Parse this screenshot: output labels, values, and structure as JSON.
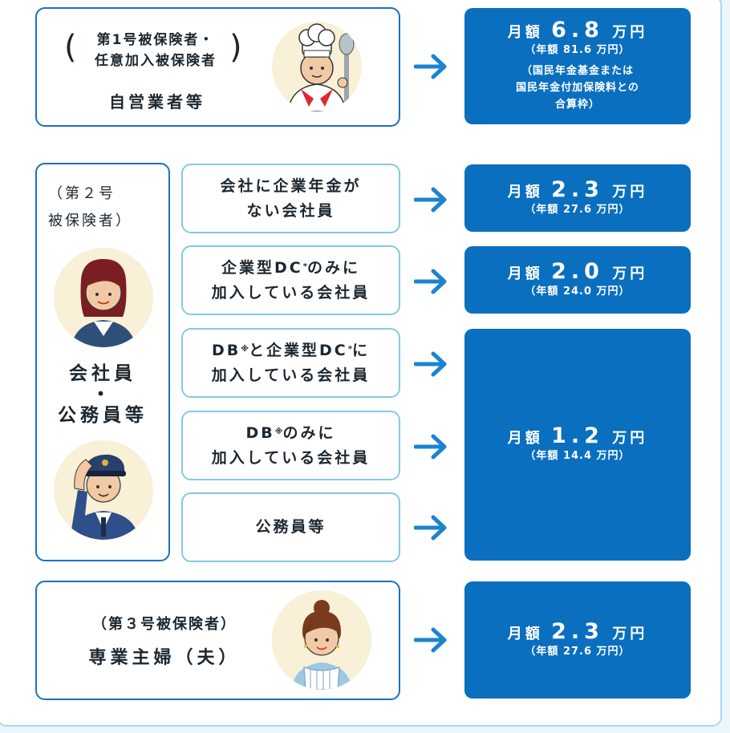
{
  "group1": {
    "label_line1": "第1号被保険者・",
    "label_line2": "任意加入被保険者",
    "paren_open": "(",
    "paren_close": ")",
    "title": "自営業者等",
    "amount": {
      "monthly_prefix": "月額",
      "monthly_value": "6.8",
      "monthly_unit": "万円",
      "annual": "（年額 81.6 万円）",
      "note_line1": "（国民年金基金または",
      "note_line2": "国民年金付加保険料との",
      "note_line3": "合算枠）"
    }
  },
  "group2": {
    "label_line1": "（第２号",
    "label_line2": "被保険者）",
    "title_line1": "会社員",
    "title_dot": "・",
    "title_line2": "公務員等",
    "rows": [
      {
        "line1_pre": "会社に企業年金が",
        "line1_sup": "",
        "line1_post": "",
        "line2": "ない会社員"
      },
      {
        "line1_pre": "企業型DC",
        "line1_sup": "*",
        "line1_post": "のみに",
        "line2": "加入している会社員"
      },
      {
        "line1_pre": "DB",
        "line1_sup": "※",
        "line1_post": "と企業型DC",
        "line1_sup2": "*",
        "line1_post2": "に",
        "line2": "加入している会社員"
      },
      {
        "line1_pre": "DB",
        "line1_sup": "※",
        "line1_post": "のみに",
        "line2": "加入している会社員"
      },
      {
        "line1_pre": "公務員等",
        "line1_sup": "",
        "line1_post": "",
        "line2": ""
      }
    ],
    "amounts": [
      {
        "monthly_prefix": "月額",
        "monthly_value": "2.3",
        "monthly_unit": "万円",
        "annual": "（年額 27.6 万円）"
      },
      {
        "monthly_prefix": "月額",
        "monthly_value": "2.0",
        "monthly_unit": "万円",
        "annual": "（年額 24.0 万円）"
      },
      {
        "monthly_prefix": "月額",
        "monthly_value": "1.2",
        "monthly_unit": "万円",
        "annual": "（年額 14.4 万円）"
      }
    ]
  },
  "group3": {
    "label": "（第３号被保険者）",
    "title": "専業主婦（夫）",
    "amount": {
      "monthly_prefix": "月額",
      "monthly_value": "2.3",
      "monthly_unit": "万円",
      "annual": "（年額 27.6 万円）"
    }
  },
  "icons": {
    "arrow": "arrow-right-icon",
    "chef": "chef-avatar-icon",
    "office_woman": "office-woman-avatar-icon",
    "officer": "saluting-officer-avatar-icon",
    "homemaker": "homemaker-avatar-icon"
  },
  "colors": {
    "accent_blue": "#0a6fbf",
    "frame_blue": "#1a70c5",
    "light_blue": "#86c8e4",
    "arrow_blue": "#1b84d0",
    "avatar_bg": "#f8f0d7"
  }
}
